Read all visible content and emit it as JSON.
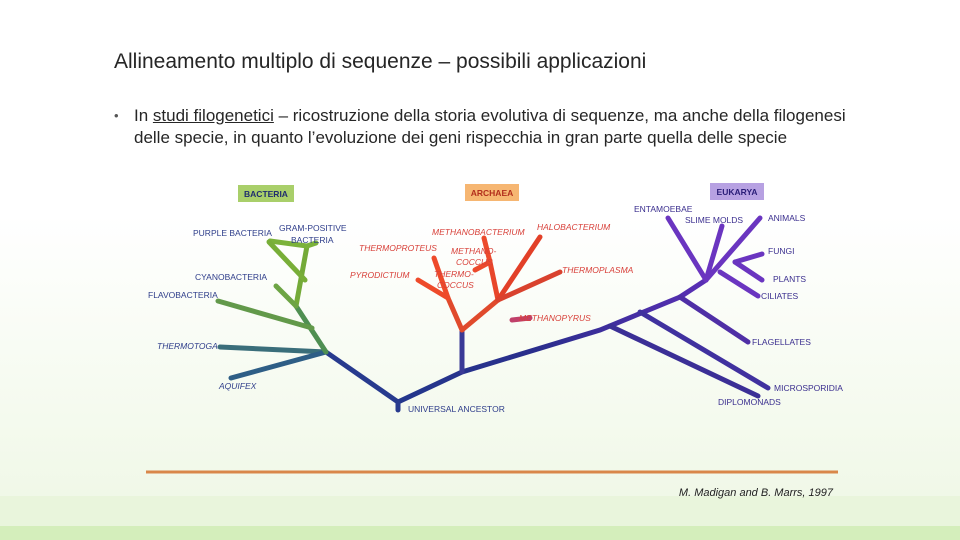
{
  "slide": {
    "title": "Allineamento multiplo di sequenze – possibili applicazioni",
    "bullet": {
      "lead": "In ",
      "link": "studi filogenetici",
      "rest": " – ricostruzione della storia evolutiva di sequenze, ma anche della filogenesi delle specie, in quanto l’evoluzione dei geni rispecchia in gran parte quella delle specie"
    }
  },
  "tree": {
    "domains": {
      "bacteria": "BACTERIA",
      "archaea": "ARCHAEA",
      "eukarya": "EUKARYA"
    },
    "root": "UNIVERSAL ANCESTOR",
    "bacteria_taxa": {
      "purple": "PURPLE BACTERIA",
      "gram_l1": "GRAM-POSITIVE",
      "gram_l2": "BACTERIA",
      "cyano": "CYANOBACTERIA",
      "flavo": "FLAVOBACTERIA",
      "thermotoga": "THERMOTOGA",
      "aquifex": "AQUIFEX"
    },
    "archaea_taxa": {
      "methanobacterium": "METHANOBACTERIUM",
      "halobacterium": "HALOBACTERIUM",
      "thermoproteus": "THERMOPROTEUS",
      "methanococcus_l1": "METHANO-",
      "methanococcus_l2": "COCCUS",
      "pyrodictium": "PYRODICTIUM",
      "thermococcus_l1": "THERMO-",
      "thermococcus_l2": "COCCUS",
      "thermoplasma": "THERMOPLASMA",
      "methanopyrus": "METHANOPYRUS"
    },
    "eukarya_taxa": {
      "entamoebae": "ENTAMOEBAE",
      "slime": "SLIME MOLDS",
      "animals": "ANIMALS",
      "fungi": "FUNGI",
      "plants": "PLANTS",
      "ciliates": "CILIATES",
      "flagellates": "FLAGELLATES",
      "microsporidia": "MICROSPORIDIA",
      "diplomonads": "DIPLOMONADS"
    },
    "credit": "M. Madigan and B. Marrs, 1997",
    "colors": {
      "bacteria": "#6b9e2e",
      "archaea": "#e8442c",
      "eukarya": "#5b2fb0",
      "trunk": "#2a2e8c",
      "rule": "#d9874a"
    }
  }
}
